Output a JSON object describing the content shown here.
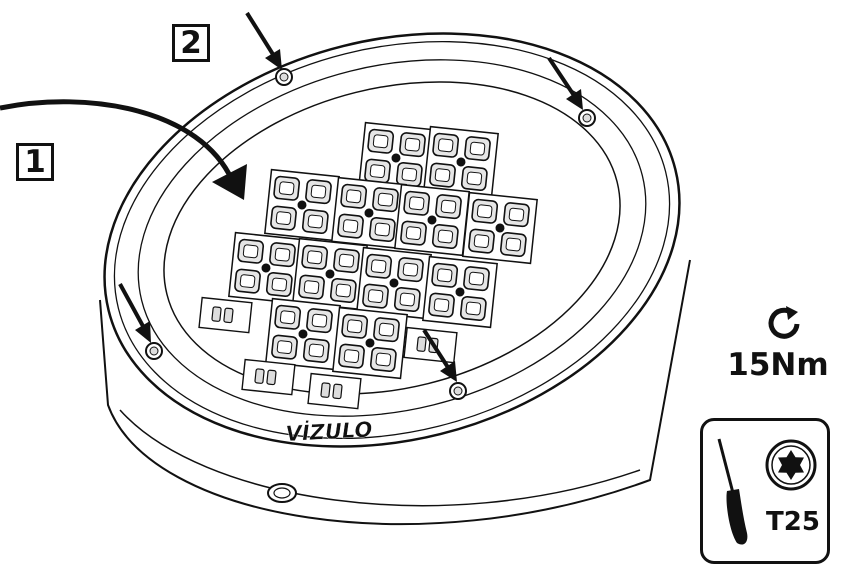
{
  "diagram": {
    "steps": [
      {
        "number": "1"
      },
      {
        "number": "2"
      }
    ],
    "brand": "VİZULO",
    "torque": {
      "icon": "rotate-clockwise-icon",
      "value": "15Nm"
    },
    "tool": {
      "icons": [
        "screwdriver-icon",
        "torx-bit-icon"
      ],
      "bit_size": "T25"
    },
    "colors": {
      "line": "#111111",
      "background": "#ffffff",
      "fill_gray": "#e6e6e6"
    }
  }
}
